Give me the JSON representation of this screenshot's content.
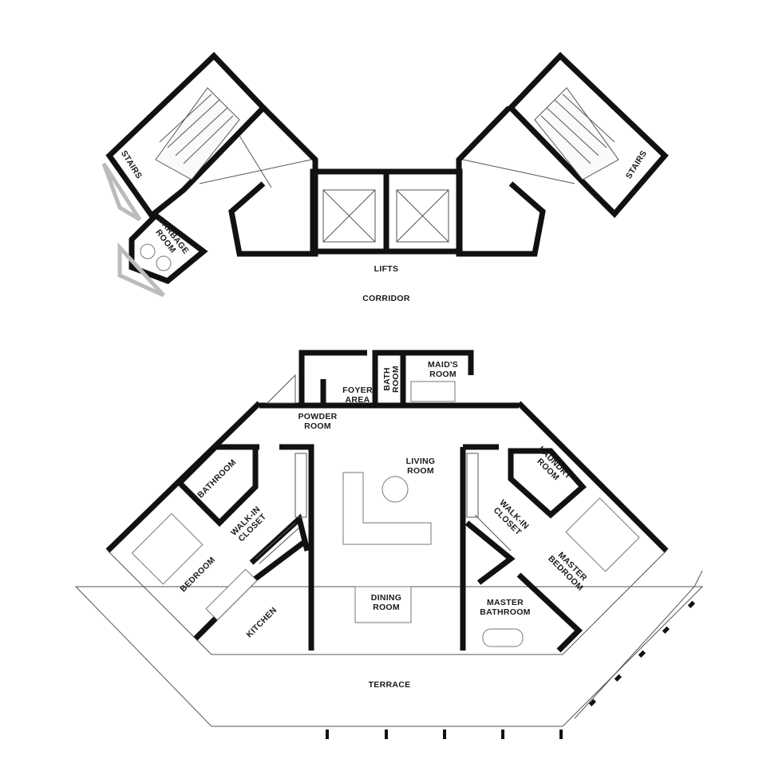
{
  "plan": {
    "core": {
      "stairs_left": "STAIRS",
      "stairs_right": "STAIRS",
      "garbage_room": [
        "GARBAGE",
        "ROOM"
      ],
      "lifts": "LIFTS",
      "corridor": "CORRIDOR"
    },
    "apartment": {
      "maids_room": [
        "MAID'S",
        "ROOM"
      ],
      "bath_room": [
        "BATH",
        "ROOM"
      ],
      "foyer": [
        "FOYER",
        "AREA"
      ],
      "powder_room": [
        "POWDER",
        "ROOM"
      ],
      "living_room": [
        "LIVING",
        "ROOM"
      ],
      "bathroom": "BATHROOM",
      "laundry_room": [
        "LAUNDRY",
        "ROOM"
      ],
      "walk_in_closet_left": [
        "WALK-IN",
        "CLOSET"
      ],
      "walk_in_closet_right": [
        "WALK-IN",
        "CLOSET"
      ],
      "bedroom": "BEDROOM",
      "master_bedroom": [
        "MASTER",
        "BEDROOM"
      ],
      "dining_room": [
        "DINING",
        "ROOM"
      ],
      "kitchen": "KITCHEN",
      "master_bathroom": [
        "MASTER",
        "BATHROOM"
      ],
      "terrace": "TERRACE"
    }
  }
}
